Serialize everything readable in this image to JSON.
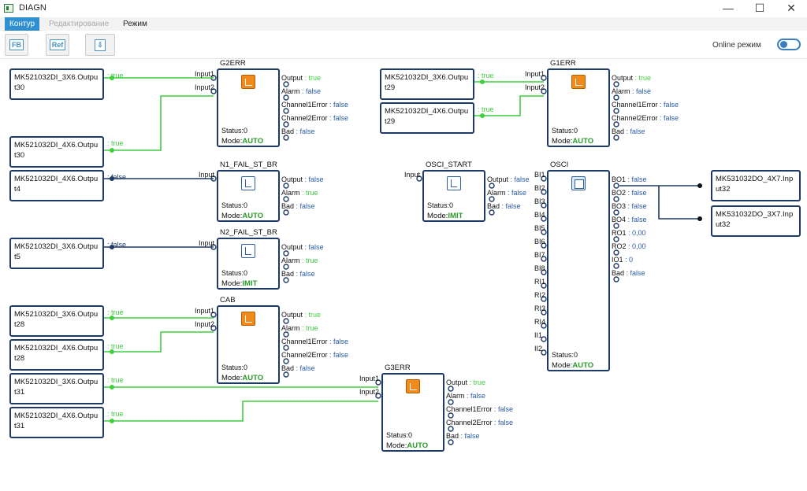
{
  "window": {
    "title": "DIAGN",
    "minimize": "—",
    "maximize": "☐",
    "close": "✕"
  },
  "menu": [
    "Контур",
    "Редактирование",
    "Режим"
  ],
  "toolbar": {
    "btn1": "FB",
    "btn2": "Ref",
    "btn3": "⇩",
    "online_label": "Online режим",
    "online_on": false
  },
  "colors": {
    "wire_true": "#3fcf3f",
    "wire_false": "#1e3a66",
    "accent": "#2f8fd0",
    "mode_green": "#2a9a2a"
  },
  "inputs": [
    {
      "id": "in1",
      "label": "MK521032DI_3X6.Output30",
      "value": ": true"
    },
    {
      "id": "in2",
      "label": "MK521032DI_4X6.Output30",
      "value": ": true"
    },
    {
      "id": "in3",
      "label": "MK521032DI_4X6.Output4",
      "value": ": false"
    },
    {
      "id": "in4",
      "label": "MK521032DI_3X6.Output5",
      "value": ": false"
    },
    {
      "id": "in5",
      "label": "MK521032DI_3X6.Output28",
      "value": ": true"
    },
    {
      "id": "in6",
      "label": "MK521032DI_4X6.Output28",
      "value": ": true"
    },
    {
      "id": "in7",
      "label": "MK521032DI_3X6.Output31",
      "value": ": true"
    },
    {
      "id": "in8",
      "label": "MK521032DI_4X6.Output31",
      "value": ": true"
    },
    {
      "id": "in9",
      "label": "MK521032DI_3X6.Output29",
      "value": ": true"
    },
    {
      "id": "in10",
      "label": "MK521032DI_4X6.Output29",
      "value": ": true"
    }
  ],
  "outputs": [
    {
      "id": "out1",
      "label": "MK531032DO_4X7.Input32"
    },
    {
      "id": "out2",
      "label": "MK531032DO_3X7.Input32"
    }
  ],
  "blocks": {
    "g2err": {
      "title": "G2ERR",
      "inputs": [
        "Input1",
        "Input2"
      ],
      "outs": [
        [
          "Output",
          " : true",
          true
        ],
        [
          "Alarm",
          " : false",
          false
        ],
        [
          "Channel1Error",
          " : false",
          false
        ],
        [
          "Channel2Error",
          " : false",
          false
        ],
        [
          "Bad",
          " : false",
          false
        ]
      ],
      "status": "Status:0",
      "mode_label": "Mode:",
      "mode": "AUTO"
    },
    "n1": {
      "title": "N1_FAIL_ST_BR",
      "inputs": [
        "Input"
      ],
      "outs": [
        [
          "Output",
          " : false",
          false
        ],
        [
          "Alarm",
          " : true",
          true
        ],
        [
          "Bad",
          " : false",
          false
        ]
      ],
      "status": "Status:0",
      "mode_label": "Mode:",
      "mode": "AUTO"
    },
    "n2": {
      "title": "N2_FAIL_ST_BR",
      "inputs": [
        "Input"
      ],
      "outs": [
        [
          "Output",
          " : false",
          false
        ],
        [
          "Alarm",
          " : true",
          true
        ],
        [
          "Bad",
          " : false",
          false
        ]
      ],
      "status": "Status:0",
      "mode_label": "Mode:",
      "mode": "IMIT"
    },
    "cab": {
      "title": "CAB",
      "inputs": [
        "Input1",
        "Input2"
      ],
      "outs": [
        [
          "Output",
          " : true",
          true
        ],
        [
          "Alarm",
          " : true",
          true
        ],
        [
          "Channel1Error",
          " : false",
          false
        ],
        [
          "Channel2Error",
          " : false",
          false
        ],
        [
          "Bad",
          " : false",
          false
        ]
      ],
      "status": "Status:0",
      "mode_label": "Mode:",
      "mode": "AUTO"
    },
    "g3err": {
      "title": "G3ERR",
      "inputs": [
        "Input1",
        "Input2"
      ],
      "outs": [
        [
          "Output",
          " : true",
          true
        ],
        [
          "Alarm",
          " : false",
          false
        ],
        [
          "Channel1Error",
          " : false",
          false
        ],
        [
          "Channel2Error",
          " : false",
          false
        ],
        [
          "Bad",
          " : false",
          false
        ]
      ],
      "status": "Status:0",
      "mode_label": "Mode:",
      "mode": "AUTO"
    },
    "g1err": {
      "title": "G1ERR",
      "inputs": [
        "Input1",
        "Input2"
      ],
      "outs": [
        [
          "Output",
          " : true",
          true
        ],
        [
          "Alarm",
          " : false",
          false
        ],
        [
          "Channel1Error",
          " : false",
          false
        ],
        [
          "Channel2Error",
          " : false",
          false
        ],
        [
          "Bad",
          " : false",
          false
        ]
      ],
      "status": "Status:0",
      "mode_label": "Mode:",
      "mode": "AUTO"
    },
    "osci_start": {
      "title": "OSCI_START",
      "inputs": [
        "Input"
      ],
      "outs": [
        [
          "Output",
          " : false",
          false
        ],
        [
          "Alarm",
          " : false",
          false
        ],
        [
          "Bad",
          " : false",
          false
        ]
      ],
      "status": "Status:0",
      "mode_label": "Mode:",
      "mode": "IMIT"
    },
    "osci": {
      "title": "OSCI",
      "inputs": [
        "BI1",
        "BI2",
        "BI3",
        "BI4",
        "BI5",
        "BI6",
        "BI7",
        "BI8",
        "RI1",
        "RI2",
        "RI3",
        "RI4",
        "II1",
        "II2"
      ],
      "outs": [
        [
          "BO1",
          " : false",
          false
        ],
        [
          "BO2",
          " : false",
          false
        ],
        [
          "BO3",
          " : false",
          false
        ],
        [
          "BO4",
          " : false",
          false
        ],
        [
          "RO1",
          " : 0,00",
          false
        ],
        [
          "RO2",
          " : 0,00",
          false
        ],
        [
          "IO1",
          " : 0",
          false
        ],
        [
          "Bad",
          " : false",
          false
        ]
      ],
      "status": "Status:0",
      "mode_label": "Mode:",
      "mode": "AUTO"
    }
  }
}
